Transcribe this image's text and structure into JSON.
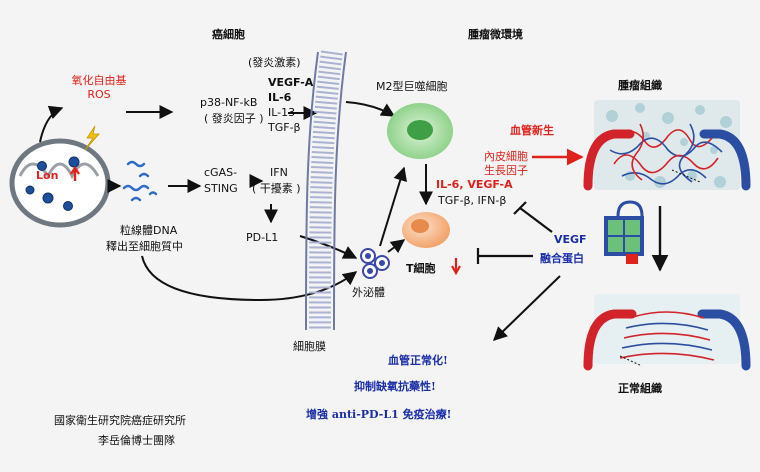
{
  "headings": {
    "cancer_cell": "癌細胞",
    "tumor_microenvironment": "腫瘤微環境",
    "m2_macrophage": "M2型巨噬細胞",
    "tumor_tissue": "腫瘤組織",
    "normal_tissue": "正常組織",
    "cell_membrane": "細胞膜",
    "exosome": "外泌體",
    "t_cell": "T細胞"
  },
  "mito": {
    "ros_line1": "氧化自由基",
    "ros_line2": "ROS",
    "lon_label": "Lon",
    "dna_line1": "粒線體DNA",
    "dna_line2": "釋出至細胞質中"
  },
  "pathway": {
    "p38_line1": "p38-NF-kB",
    "p38_line2": "( 發炎因子 )",
    "cgas_line1": "cGAS-",
    "cgas_line2": "STING",
    "ifn_line1": "IFN",
    "ifn_line2": "( 干擾素 )",
    "pdl1": "PD-L1"
  },
  "cytokines": {
    "heading": "(發炎激素)",
    "items": [
      {
        "text": "VEGF-A",
        "color": "#e0221c"
      },
      {
        "text": "IL-6",
        "color": "#e0221c"
      },
      {
        "text": "IL-13",
        "color": "#111111"
      },
      {
        "text": "TGF-β",
        "color": "#111111"
      }
    ]
  },
  "macrophage_outputs": {
    "line1": "IL-6, VEGF-A",
    "line2": "TGF-β, IFN-β"
  },
  "angiogenesis": {
    "label": "血管新生",
    "factor_line1": "內皮細胞",
    "factor_line2": "生長因子"
  },
  "drug": {
    "line1": "VEGF",
    "line2": "融合蛋白"
  },
  "outcomes": [
    "血管正常化!",
    "抑制缺氧抗藥性!",
    "增強  anti-PD-L1 免疫治療!"
  ],
  "credit": {
    "line1": "國家衛生研究院癌症研究所",
    "line2": "李岳倫博士團隊"
  },
  "colors": {
    "red": "#e0221c",
    "blue": "#1a2ea8",
    "macrophage": "#9fd99a",
    "t_cell": "#f6b586",
    "membrane": "#9aa4c4"
  }
}
